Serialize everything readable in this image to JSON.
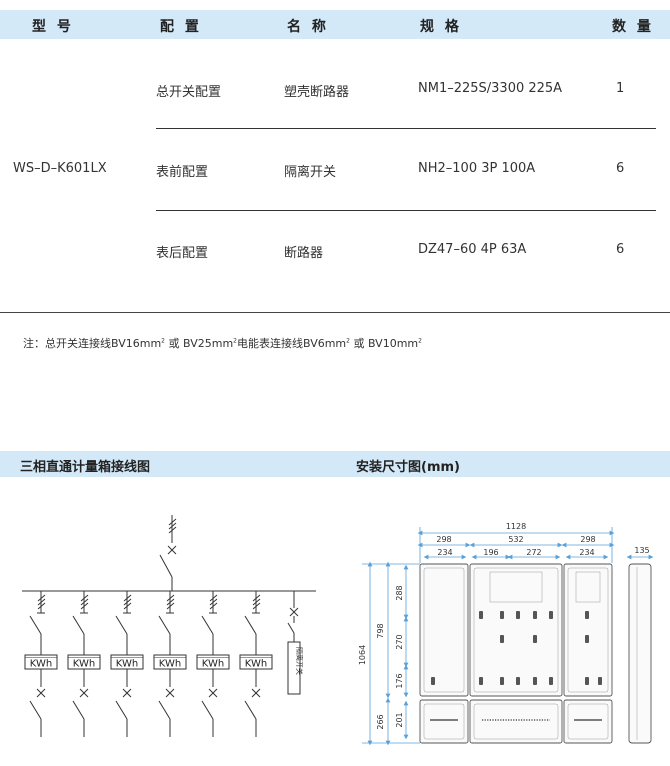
{
  "table": {
    "headers": {
      "model": "型 号",
      "config": "配 置",
      "name": "名 称",
      "spec": "规 格",
      "qty": "数 量"
    },
    "model_value": "WS–D–K601LX",
    "rows": [
      {
        "config": "总开关配置",
        "name": "塑壳断路器",
        "spec": "NM1–225S/3300 225A",
        "qty": "1"
      },
      {
        "config": "表前配置",
        "name": "隔离开关",
        "spec": "NH2–100 3P 100A",
        "qty": "6"
      },
      {
        "config": "表后配置",
        "name": "断路器",
        "spec": "DZ47–60 4P 63A",
        "qty": "6"
      }
    ]
  },
  "note": {
    "prefix": "注：总开关连接线BV16mm",
    "p2": " 或 BV25mm",
    "p3": "电能表连接线BV6mm",
    "p4": " 或 BV10mm",
    "sup": "2"
  },
  "section": {
    "wiring_title": "三相直通计量箱接线图",
    "dimension_title": "安装尺寸图(mm)"
  },
  "wiring": {
    "meter_label": "KWh",
    "tag_label": "隔离开关"
  },
  "dims": {
    "total_width": "1128",
    "left_width": "298",
    "left_inner": "234",
    "mid_width": "532",
    "mid_a": "196",
    "mid_b": "272",
    "right_width": "298",
    "right_inner": "234",
    "depth": "135",
    "total_height": "1064",
    "upper_height": "798",
    "h1": "288",
    "h2": "270",
    "h3": "176",
    "lower_height": "266",
    "lower_inner": "201"
  },
  "colors": {
    "header_bg": "#d3e9f8",
    "dimension_line": "#5aa0d8"
  }
}
